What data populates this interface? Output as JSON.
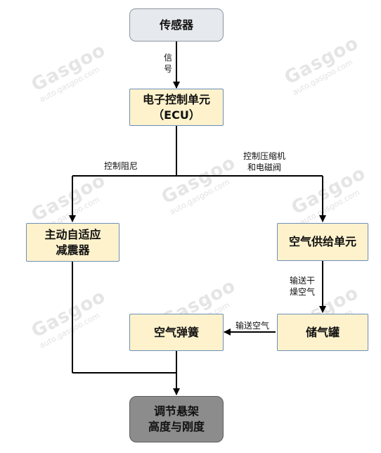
{
  "nodes": {
    "sensor": "传感器",
    "ecu_line1": "电子控制单元",
    "ecu_line2": "（ECU）",
    "damper_line1": "主动自适应",
    "damper_line2": "减震器",
    "air_supply": "空气供给单元",
    "tank": "储气罐",
    "air_spring": "空气弹簧",
    "result_line1": "调节悬架",
    "result_line2": "高度与刚度"
  },
  "edges": {
    "signal_line1": "信",
    "signal_line2": "号",
    "control_damping": "控制阻尼",
    "control_compressor_line1": "控制压缩机",
    "control_compressor_line2": "和电磁阀",
    "deliver_dry_air_line1": "输送干",
    "deliver_dry_air_line2": "燥空气",
    "deliver_air": "输送空气"
  },
  "watermark": {
    "brand": "Gasgoo",
    "site": "auto.gasgoo.com"
  },
  "colors": {
    "gray_box_fill": "#e6e9ee",
    "yellow_box_fill": "#fdf2cc",
    "yellow_box_border": "#6e8fb7",
    "dark_box_fill": "#8c8c8c",
    "line": "#000000"
  }
}
